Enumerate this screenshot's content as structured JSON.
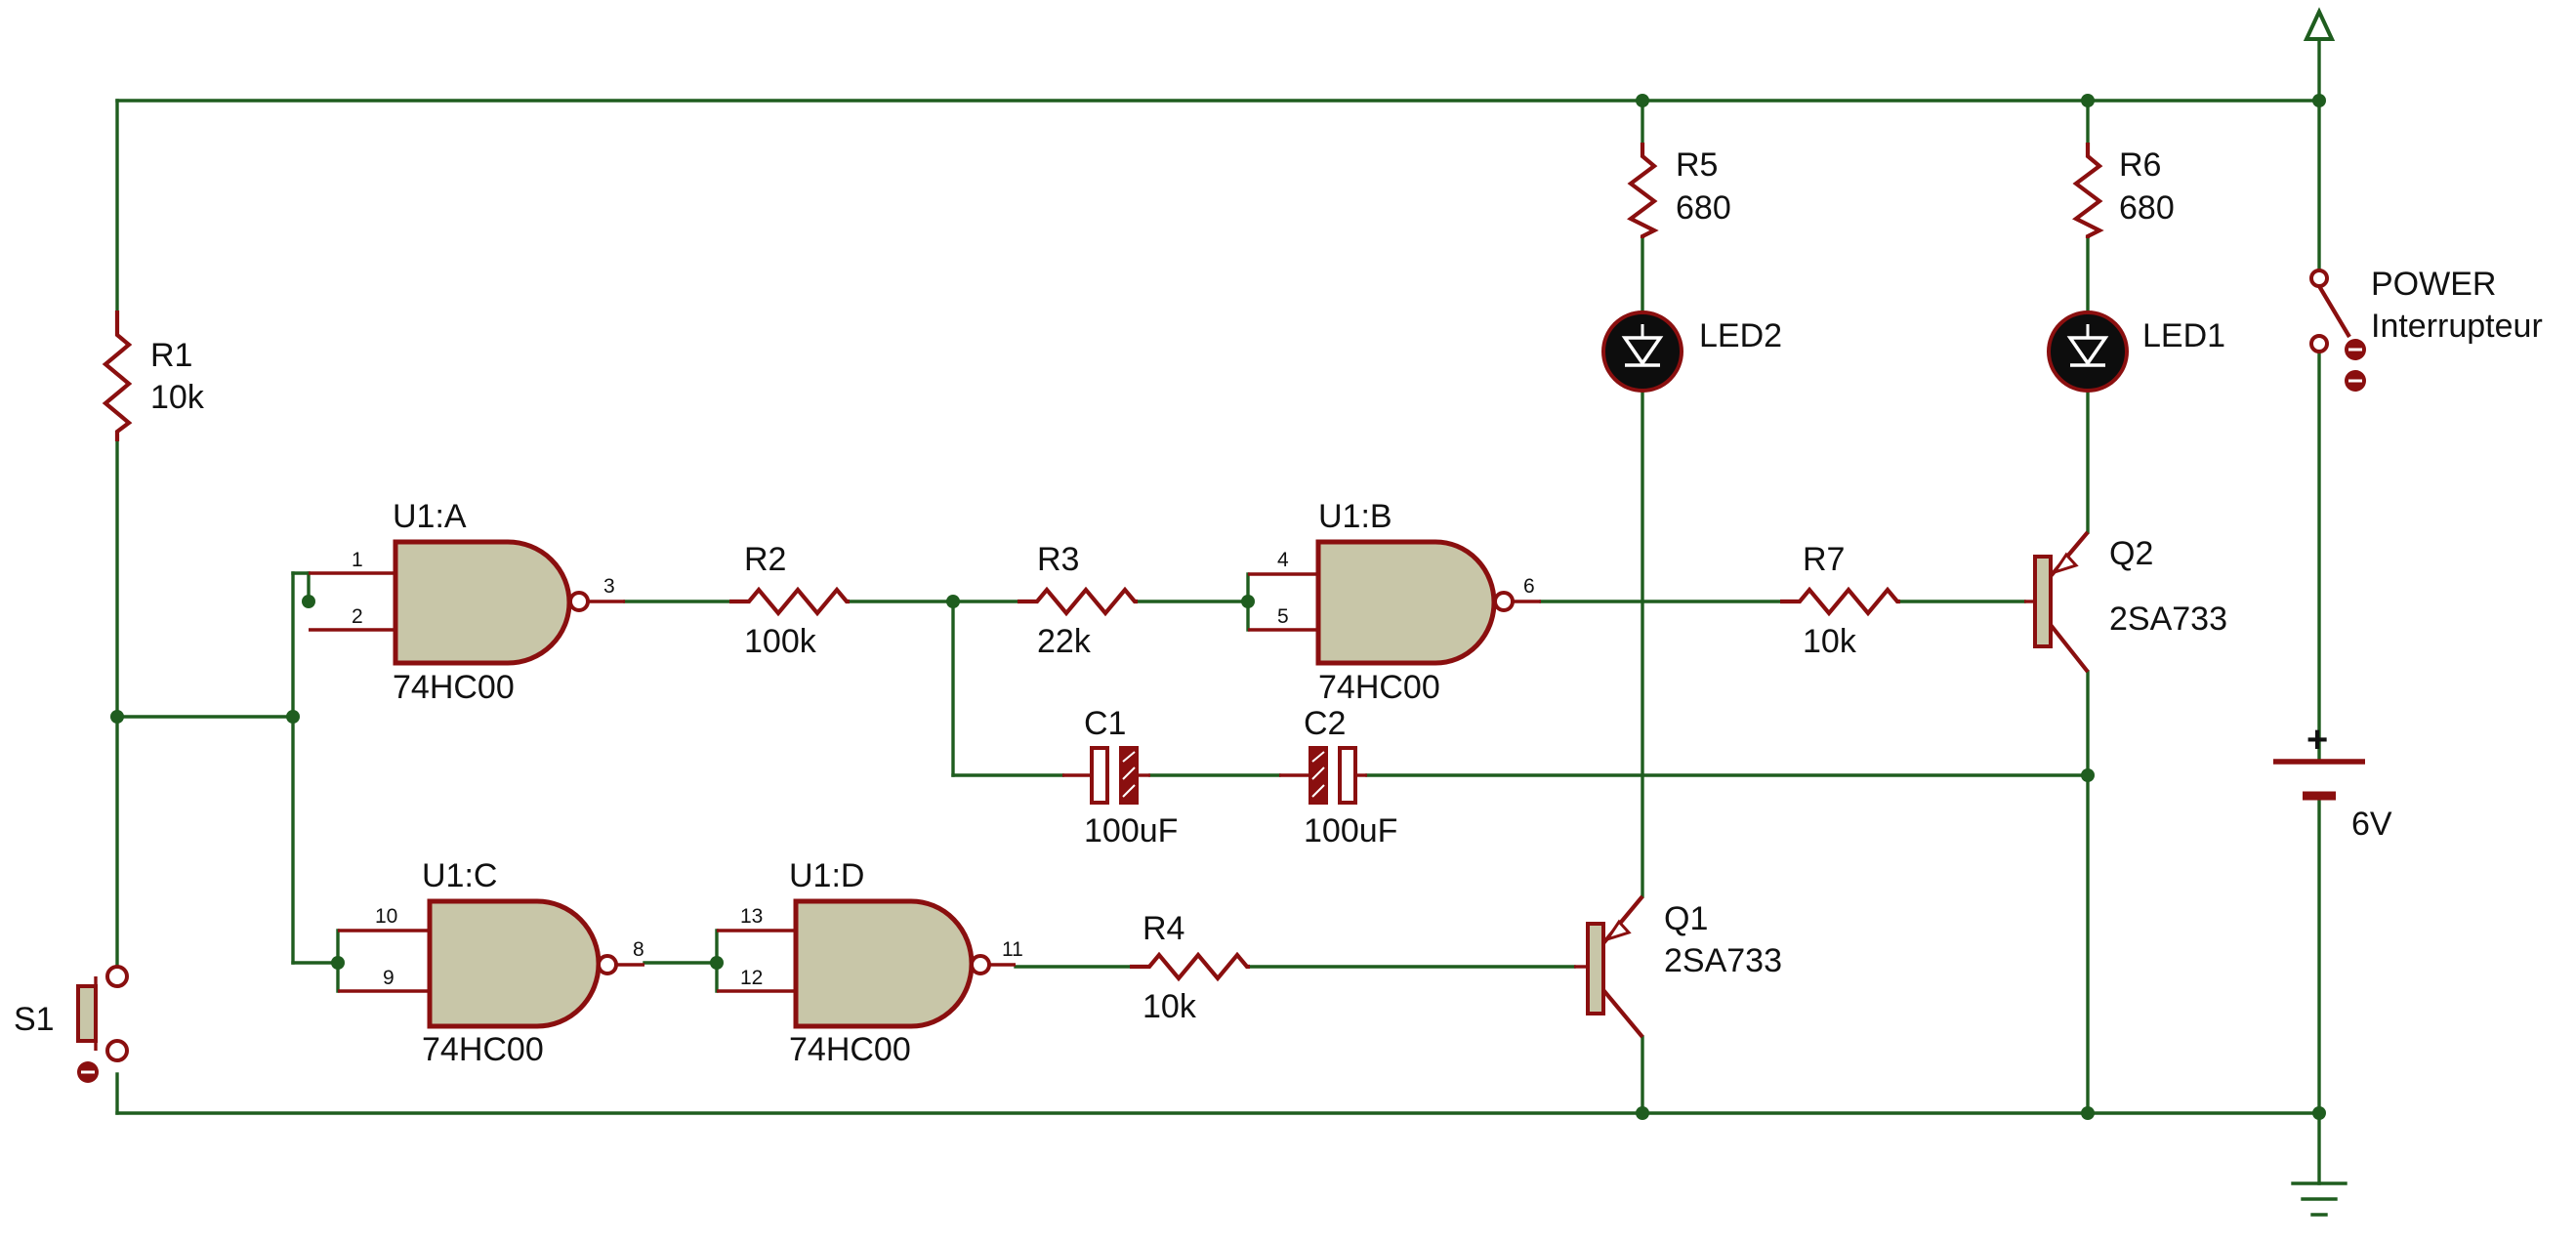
{
  "colors": {
    "wire": "#1f5d1f",
    "component": "#8a0f0f",
    "gate_fill": "#c8c6a8",
    "text": "#111111"
  },
  "components": {
    "R1": {
      "ref": "R1",
      "value": "10k"
    },
    "R2": {
      "ref": "R2",
      "value": "100k"
    },
    "R3": {
      "ref": "R3",
      "value": "22k"
    },
    "R4": {
      "ref": "R4",
      "value": "10k"
    },
    "R5": {
      "ref": "R5",
      "value": "680"
    },
    "R6": {
      "ref": "R6",
      "value": "680"
    },
    "R7": {
      "ref": "R7",
      "value": "10k"
    },
    "C1": {
      "ref": "C1",
      "value": "100uF"
    },
    "C2": {
      "ref": "C2",
      "value": "100uF"
    },
    "LED1": {
      "ref": "LED1"
    },
    "LED2": {
      "ref": "LED2"
    },
    "Q1": {
      "ref": "Q1",
      "value": "2SA733"
    },
    "Q2": {
      "ref": "Q2",
      "value": "2SA733"
    },
    "S1": {
      "ref": "S1"
    },
    "POWER": {
      "ref": "POWER",
      "value": "Interrupteur"
    },
    "BAT": {
      "polarity": "+",
      "value": "6V"
    }
  },
  "gates": {
    "A": {
      "ref": "U1:A",
      "part": "74HC00",
      "pin_in1": "1",
      "pin_in2": "2",
      "pin_out": "3"
    },
    "B": {
      "ref": "U1:B",
      "part": "74HC00",
      "pin_in1": "4",
      "pin_in2": "5",
      "pin_out": "6"
    },
    "C": {
      "ref": "U1:C",
      "part": "74HC00",
      "pin_in1": "10",
      "pin_in2": "9",
      "pin_out": "8"
    },
    "D": {
      "ref": "U1:D",
      "part": "74HC00",
      "pin_in1": "13",
      "pin_in2": "12",
      "pin_out": "11"
    }
  }
}
